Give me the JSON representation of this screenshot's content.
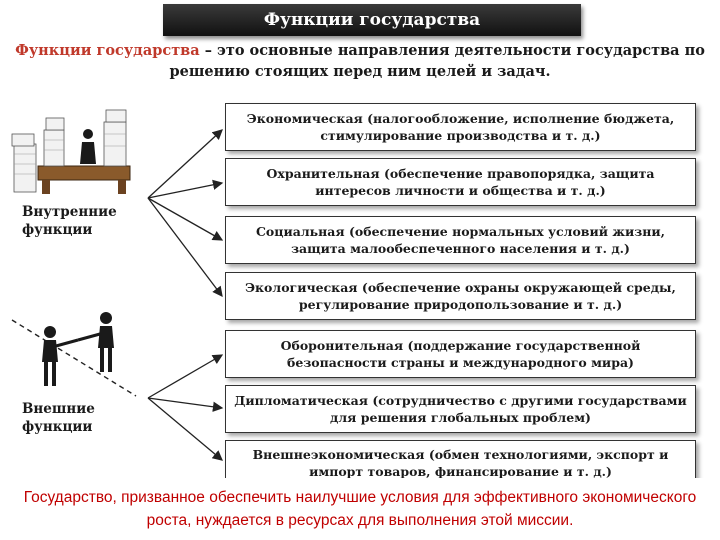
{
  "title": "Функции государства",
  "definition": {
    "term": "Функции государства",
    "text": " – это основные направления деятельности государства по решению стоящих перед ним целей и задач."
  },
  "groups": {
    "internal": {
      "label": "Внутренние функции"
    },
    "external": {
      "label": "Внешние функции"
    }
  },
  "functions": [
    {
      "name": "Экономическая",
      "desc": "(налогообложение, исполнение бюджета, стимулирование производства и т. д.)"
    },
    {
      "name": "Охранительная",
      "desc": "(обеспечение правопорядка, защита интересов личности и общества и т. д.)"
    },
    {
      "name": "Социальная",
      "desc": "(обеспечение нормальных условий жизни, защита малообеспеченного населения и т. д.)"
    },
    {
      "name": "Экологическая",
      "desc": "(обеспечение охраны окружающей среды, регулирование природопользование и т. д.)"
    },
    {
      "name": "Оборонительная",
      "desc": "(поддержание государственной безопасности страны и международного мира)"
    },
    {
      "name": "Дипломатическая",
      "desc": "(сотрудничество с другими государствами для решения глобальных проблем)"
    },
    {
      "name": "Внешнеэкономическая",
      "desc": "(обмен технологиями, экспорт и импорт товаров, финансирование и т. д.)"
    }
  ],
  "footer": "Государство, призванное обеспечить наилучшие условия для эффективного экономического роста, нуждается в ресурсах для выполнения этой миссии.",
  "colors": {
    "accent": "#c00000",
    "title_bg": "#1a1a1a"
  }
}
